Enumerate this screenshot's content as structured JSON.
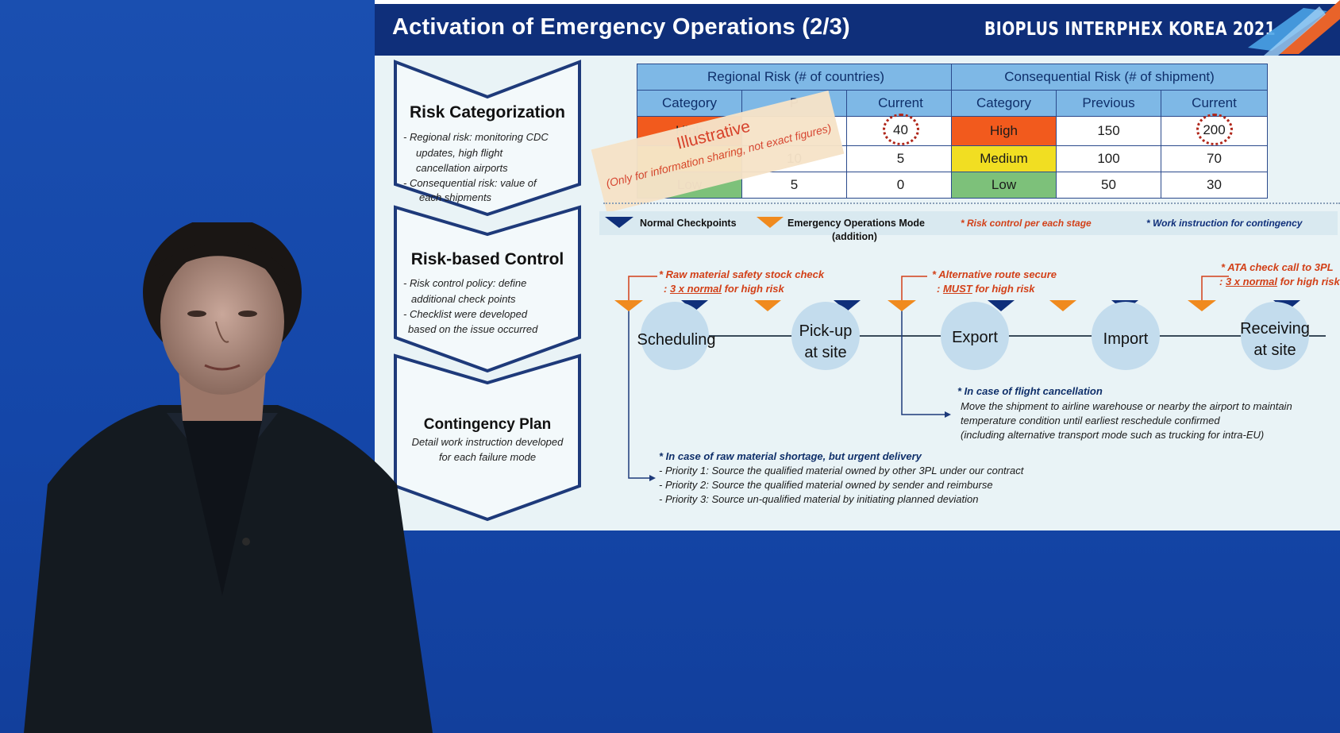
{
  "slide": {
    "title": "Activation of Emergency Operations (2/3)",
    "event": "BIOPLUS INTERPHEX KOREA 2021"
  },
  "chevrons": [
    {
      "title": "Risk Categorization",
      "lines": [
        "- Regional risk: monitoring CDC",
        "updates, high flight",
        "cancellation airports",
        "- Consequential risk: value of",
        "each shipments"
      ]
    },
    {
      "title": "Risk-based Control",
      "lines": [
        "- Risk control policy: define",
        "additional check points",
        "- Checklist were developed",
        "based on the issue occurred"
      ]
    },
    {
      "title": "Contingency Plan",
      "lines": [
        "Detail work instruction developed",
        "for each failure mode"
      ]
    }
  ],
  "tables": {
    "regional": {
      "title": "Regional Risk (# of countries)",
      "columns": [
        "Category",
        "P",
        "Current"
      ],
      "rows": [
        {
          "category": "High",
          "previous": "",
          "current": "40"
        },
        {
          "category": "",
          "previous": "10",
          "current": "5"
        },
        {
          "category": "Low",
          "previous": "5",
          "current": "0"
        }
      ]
    },
    "consequential": {
      "title": "Consequential Risk (# of shipment)",
      "columns": [
        "Category",
        "Previous",
        "Current"
      ],
      "rows": [
        {
          "category": "High",
          "previous": "150",
          "current": "200"
        },
        {
          "category": "Medium",
          "previous": "100",
          "current": "70"
        },
        {
          "category": "Low",
          "previous": "50",
          "current": "30"
        }
      ]
    }
  },
  "illustrative": {
    "title": "Illustrative",
    "subtitle": "(Only for information sharing, not exact figures)"
  },
  "legend": {
    "normal": "Normal Checkpoints",
    "emergency_line1": "Emergency Operations Mode",
    "emergency_line2": "(addition)",
    "risk_control": "* Risk control per each stage",
    "work_instruction": "* Work instruction for contingency"
  },
  "stages": [
    "Scheduling",
    "Pick-up",
    "at site",
    "Export",
    "Import",
    "Receiving",
    "at site"
  ],
  "notes": {
    "raw_material_1": "* Raw material safety stock check",
    "raw_material_2a": ": ",
    "raw_material_2b": "3 x normal",
    "raw_material_2c": " for high risk",
    "alt_route_1": "* Alternative route secure",
    "alt_route_2a": ": ",
    "alt_route_2b": "MUST",
    "alt_route_2c": " for high risk",
    "ata_1": "* ATA check call to 3PL",
    "ata_2a": ": ",
    "ata_2b": "3 x normal",
    "ata_2c": " for high risk",
    "flight_title": "* In case of flight cancellation",
    "flight_1": "Move the shipment to airline warehouse or nearby the airport to maintain",
    "flight_2": "temperature condition until earliest reschedule confirmed",
    "flight_3": "(including alternative transport mode such as trucking for intra-EU)",
    "shortage_title": "* In case of raw material shortage, but urgent delivery",
    "shortage_1": "- Priority 1: Source the qualified material owned by other 3PL under our contract",
    "shortage_2": "- Priority 2: Source the qualified material owned by sender and reimburse",
    "shortage_3": "- Priority 3: Source un-qualified material by initiating planned deviation"
  },
  "colors": {
    "header": "#0f2f7a",
    "background": "#1446a8",
    "high": "#f25a1d",
    "medium": "#f1de22",
    "low": "#7dc17a",
    "accent_red": "#d24018"
  }
}
